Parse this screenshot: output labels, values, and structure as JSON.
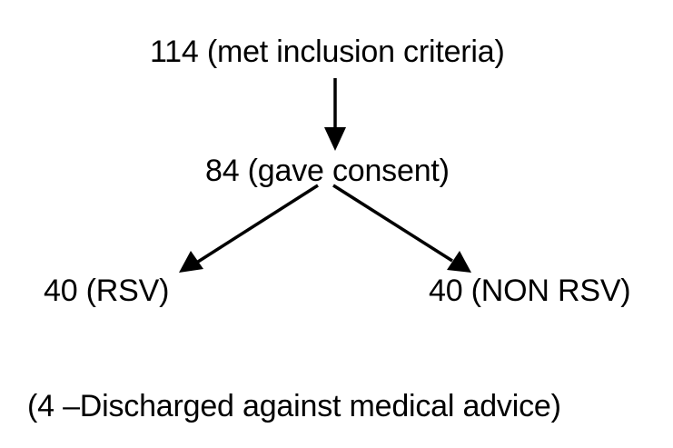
{
  "nodes": {
    "top": "114 (met inclusion criteria)",
    "middle": "84 (gave consent)",
    "left": "40 (RSV)",
    "right": "40 (NON RSV)"
  },
  "footnote": "(4 –Discharged against medical advice)",
  "colors": {
    "text": "#000000",
    "arrow": "#000000",
    "background": "#ffffff"
  }
}
